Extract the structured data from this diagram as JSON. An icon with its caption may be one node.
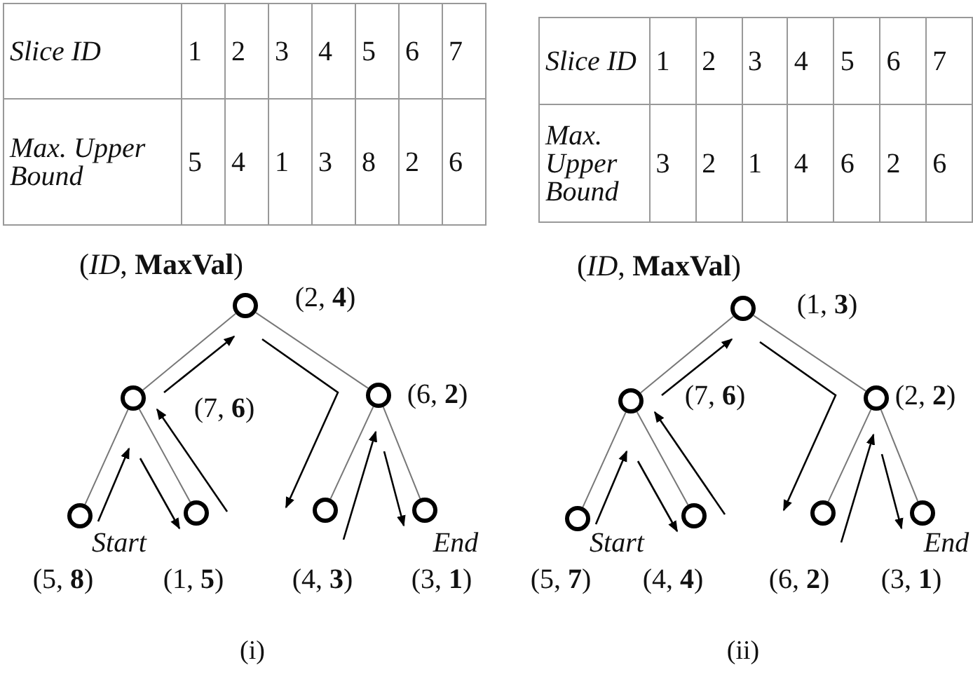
{
  "diagram": {
    "nodes": [
      {
        "text": [],
        "shape": "circle",
        "beside": [
          "(2, **4**)"
        ]
      },
      {
        "text": [],
        "shape": "circle",
        "beside": [
          "(7, **6**)"
        ]
      },
      {
        "text": [],
        "shape": "circle",
        "beside": [
          "(6, **2**)"
        ]
      },
      {
        "text": [],
        "shape": "circle",
        "beside": [
          "Start",
          "(5, **8**)"
        ]
      },
      {
        "text": [],
        "shape": "circle",
        "beside": [
          "(1, **5**)"
        ]
      },
      {
        "text": [],
        "shape": "circle",
        "beside": [
          "(4, **3**)"
        ]
      },
      {
        "text": [],
        "shape": "circle",
        "beside": [
          "End",
          "(3, **1**)"
        ]
      },
      {
        "text": [],
        "shape": "circle",
        "beside": [
          "(1, **3**)"
        ]
      },
      {
        "text": [],
        "shape": "circle",
        "beside": [
          "(7, **6**)"
        ]
      },
      {
        "text": [],
        "shape": "circle",
        "beside": [
          "(2, **2**)"
        ]
      },
      {
        "text": [],
        "shape": "circle",
        "beside": [
          "Start",
          "(5, **7**)"
        ]
      },
      {
        "text": [],
        "shape": "circle",
        "beside": [
          "(4, **4**)"
        ]
      },
      {
        "text": [],
        "shape": "circle",
        "beside": [
          "(6, **2**)"
        ]
      },
      {
        "text": [],
        "shape": "circle",
        "beside": [
          "End",
          "(3, **1**)"
        ]
      }
    ],
    "edges": [
      {
        "from": 0,
        "to": 1,
        "arrow": "none"
      },
      {
        "from": 0,
        "to": 2,
        "arrow": "none"
      },
      {
        "from": 1,
        "to": 3,
        "arrow": "none"
      },
      {
        "from": 1,
        "to": 4,
        "arrow": "none"
      },
      {
        "from": 2,
        "to": 5,
        "arrow": "none"
      },
      {
        "from": 2,
        "to": 6,
        "arrow": "none"
      },
      {
        "from": 7,
        "to": 8,
        "arrow": "none"
      },
      {
        "from": 7,
        "to": 9,
        "arrow": "none"
      },
      {
        "from": 8,
        "to": 10,
        "arrow": "none"
      },
      {
        "from": 8,
        "to": 11,
        "arrow": "none"
      },
      {
        "from": 9,
        "to": 12,
        "arrow": "none"
      },
      {
        "from": 9,
        "to": 13,
        "arrow": "none"
      }
    ],
    "labels": [
      "Slice ID",
      "1",
      "2",
      "3",
      "4",
      "5",
      "6",
      "7",
      "Max. Upper Bound",
      "5",
      "4",
      "1",
      "3",
      "8",
      "2",
      "6",
      "(*ID*, **MaxVal**)",
      "Slice ID",
      "1",
      "2",
      "3",
      "4",
      "5",
      "6",
      "7",
      "Max. Upper Bound",
      "3",
      "2",
      "1",
      "4",
      "6",
      "2",
      "6",
      "(*ID*, **MaxVal**)",
      "(i)",
      "(ii)"
    ]
  }
}
